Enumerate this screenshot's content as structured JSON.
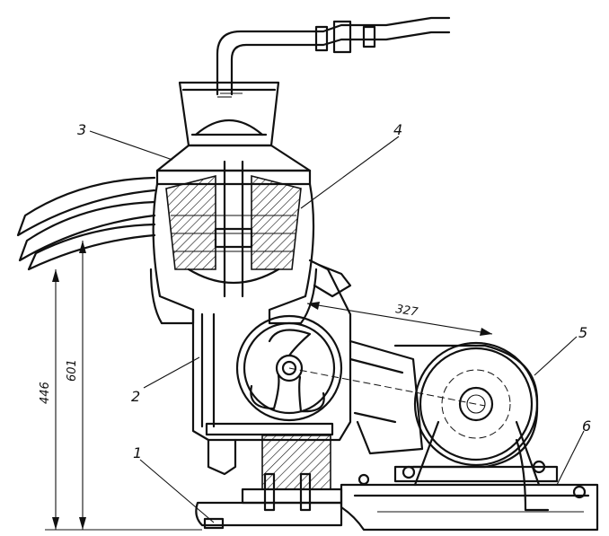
{
  "labels": {
    "l1": "1",
    "l2": "2",
    "l3": "3",
    "l4": "4",
    "l5": "5",
    "l6": "6"
  },
  "dimensions": {
    "d327": "327",
    "d601": "601",
    "d446": "446"
  }
}
